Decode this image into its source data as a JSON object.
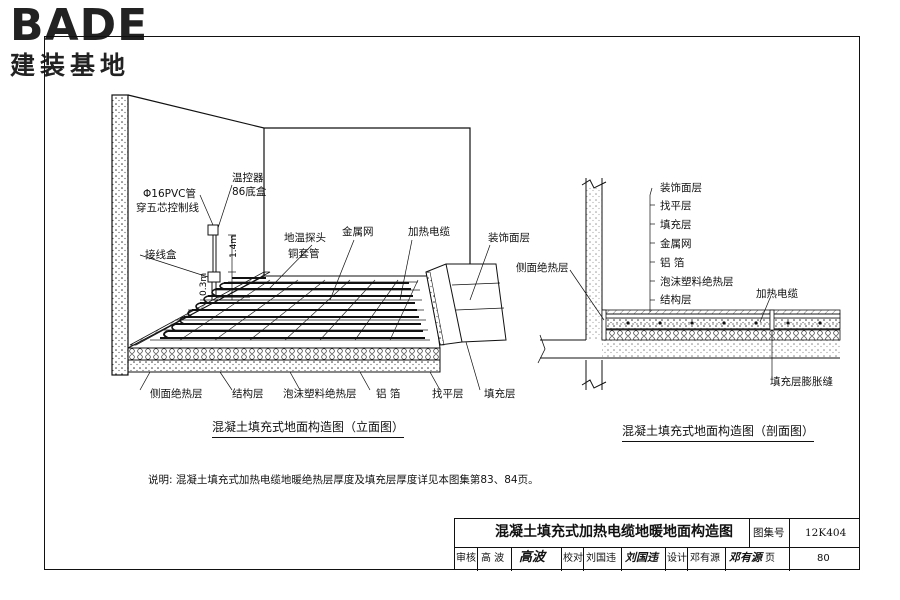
{
  "logo": {
    "brand_en": "BADE",
    "brand_cn": "建装基地"
  },
  "elevation": {
    "title": "混凝土填充式地面构造图（立面图）",
    "labels": {
      "thermostat": "温控器",
      "box86": "86底盒",
      "pvc": "Φ16PVC管",
      "wire": "穿五芯控制线",
      "junction": "接线盒",
      "dim_h1": "1.4m",
      "dim_h2": "0.3m",
      "probe": "地温探头",
      "sleeve": "铜套管",
      "mesh": "金属网",
      "cable": "加热电缆",
      "finish": "装饰面层",
      "side_insul": "侧面绝热层",
      "struct": "结构层",
      "foam": "泡沫塑料绝热层",
      "foil": "铝  箔",
      "level": "找平层",
      "fill": "填充层"
    }
  },
  "section": {
    "title": "混凝土填充式地面构造图（剖面图）",
    "labels": {
      "finish": "装饰面层",
      "level": "找平层",
      "fill": "填充层",
      "mesh": "金属网",
      "foil": "铝  箔",
      "foam": "泡沫塑料绝热层",
      "struct": "结构层",
      "side_insul": "侧面绝热层",
      "cable": "加热电缆",
      "joint": "填充层膨胀缝"
    }
  },
  "note": "说明:  混凝土填充式加热电缆地暖绝热层厚度及填充层厚度详见本图集第83、84页。",
  "title_block": {
    "drawing_title": "混凝土填充式加热电缆地暖地面构造图",
    "atlas_label": "图集号",
    "atlas_no": "12K404",
    "review_label": "审核",
    "reviewer": "高  波",
    "reviewer_sig": "高波",
    "check_label": "校对",
    "checker": "刘国违",
    "checker_sig": "刘国违",
    "design_label": "设计",
    "designer": "邓有源",
    "designer_sig": "邓有源",
    "page_label": "页",
    "page_no": "80"
  }
}
